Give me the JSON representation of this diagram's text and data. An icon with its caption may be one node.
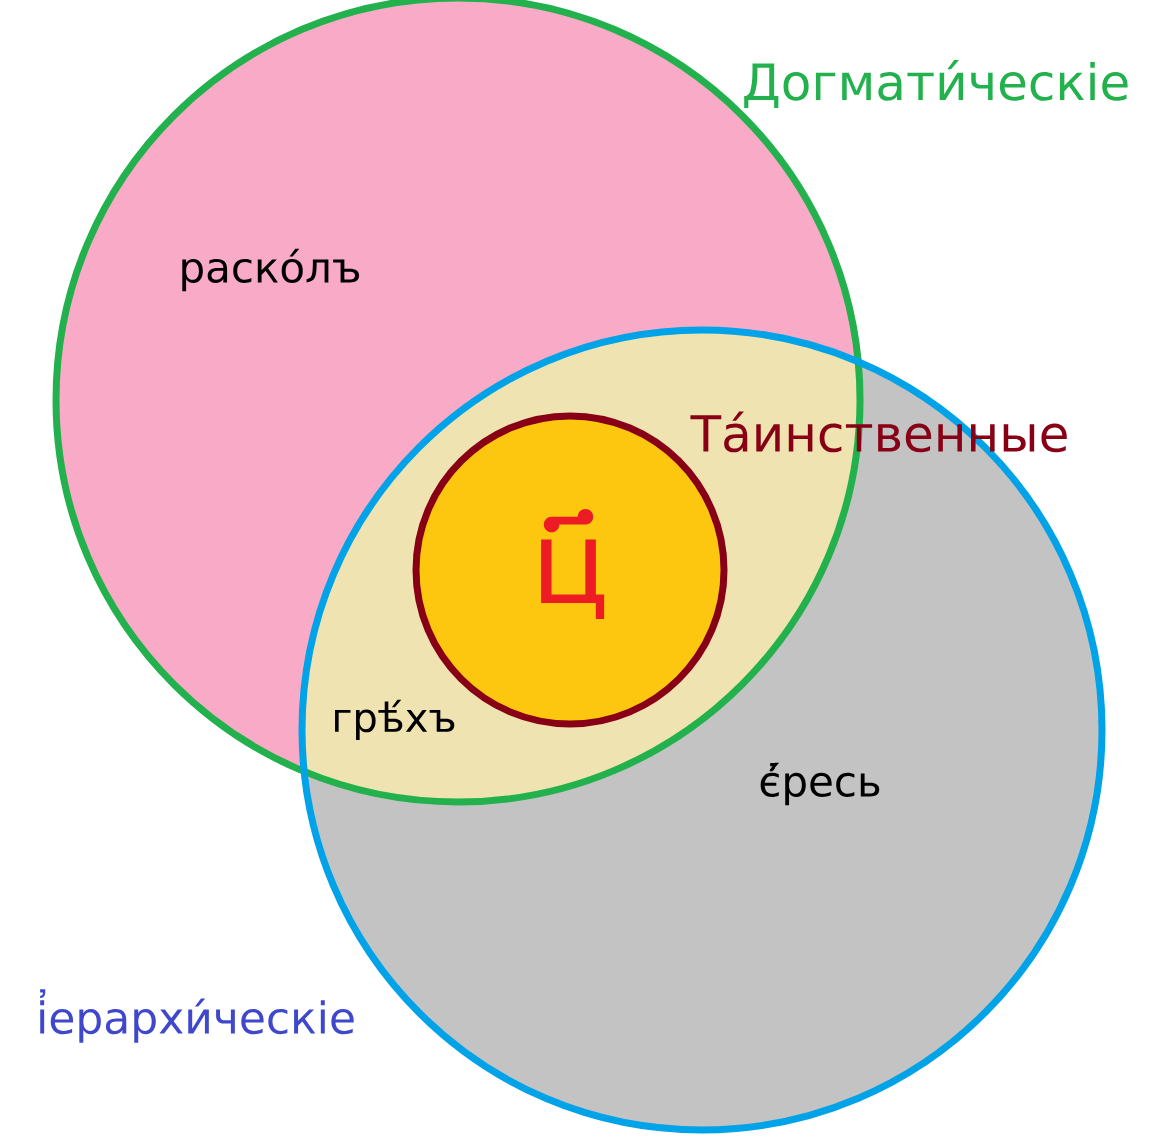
{
  "diagram": {
    "nodes": [
      {
        "text": [
          "Догмати́ческіе"
        ]
      },
      {
        "text": [
          "і҆ерархи́ческіе"
        ]
      },
      {
        "text": [
          "ц҃"
        ]
      }
    ],
    "labels": [
      "раско́лъ",
      "Та́инственные",
      "грѣ́хъ",
      "є҆́ресь"
    ]
  }
}
